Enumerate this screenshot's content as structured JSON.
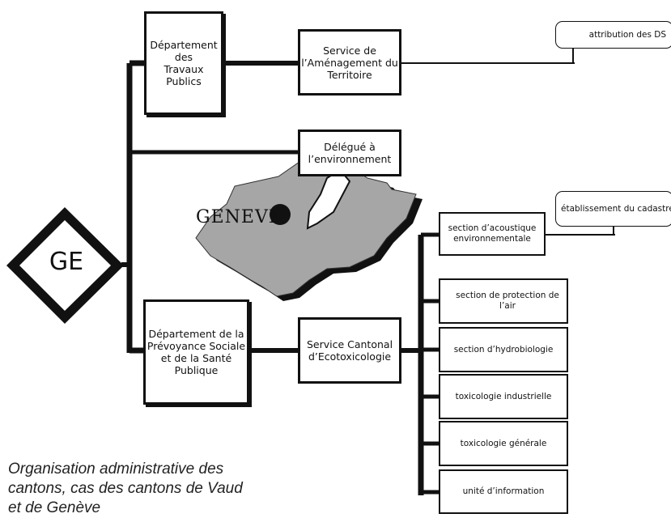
{
  "root": {
    "label": "GE"
  },
  "departments": [
    {
      "label": "Département des\nTravaux Publics"
    },
    {
      "label": "Département de la\nPrévoyance Sociale\net de la Santé\nPublique"
    }
  ],
  "services": [
    {
      "label": "Service de\nl’Aménagement du\nTerritoire"
    },
    {
      "label": "Délégué à\nl’environnement"
    },
    {
      "label": "Service Cantonal\nd’Ecotoxicologie"
    }
  ],
  "sections": [
    "section d’acoustique\nenvironnementale",
    "section de protection de l’air",
    "section d’hydrobiologie",
    "toxicologie industrielle",
    "toxicologie générale",
    "unité d’information"
  ],
  "tags": [
    "attribution des DS",
    "établissement du cadastre"
  ],
  "map": {
    "label": "GENEVE"
  },
  "caption": "Organisation administrative des\ncantons, cas des cantons de Vaud\net de Genève",
  "colors": {
    "line": "#111111",
    "map_fill": "#a6a6a6",
    "map_shadow": "#111111"
  }
}
